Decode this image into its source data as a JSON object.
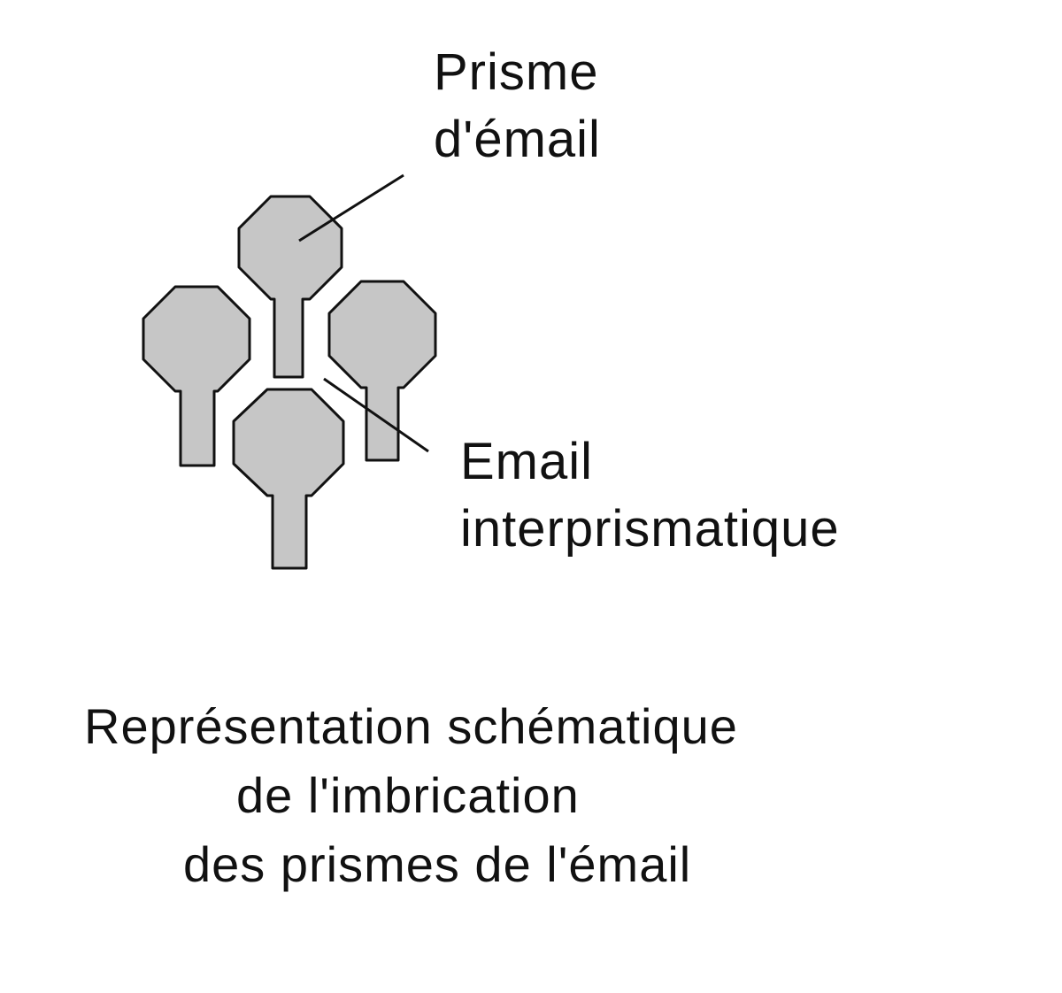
{
  "colors": {
    "prism_fill": "#c6c6c6",
    "prism_stroke": "#111111",
    "text": "#111111",
    "background": "#ffffff"
  },
  "labels": {
    "prism_line1": "Prisme",
    "prism_line2": "d'émail",
    "interprismatic_line1": "Email",
    "interprismatic_line2": "interprismatique"
  },
  "caption": {
    "line1": "Représentation schématique",
    "line2": "de l'imbrication",
    "line3": "des prismes de l'émail"
  }
}
